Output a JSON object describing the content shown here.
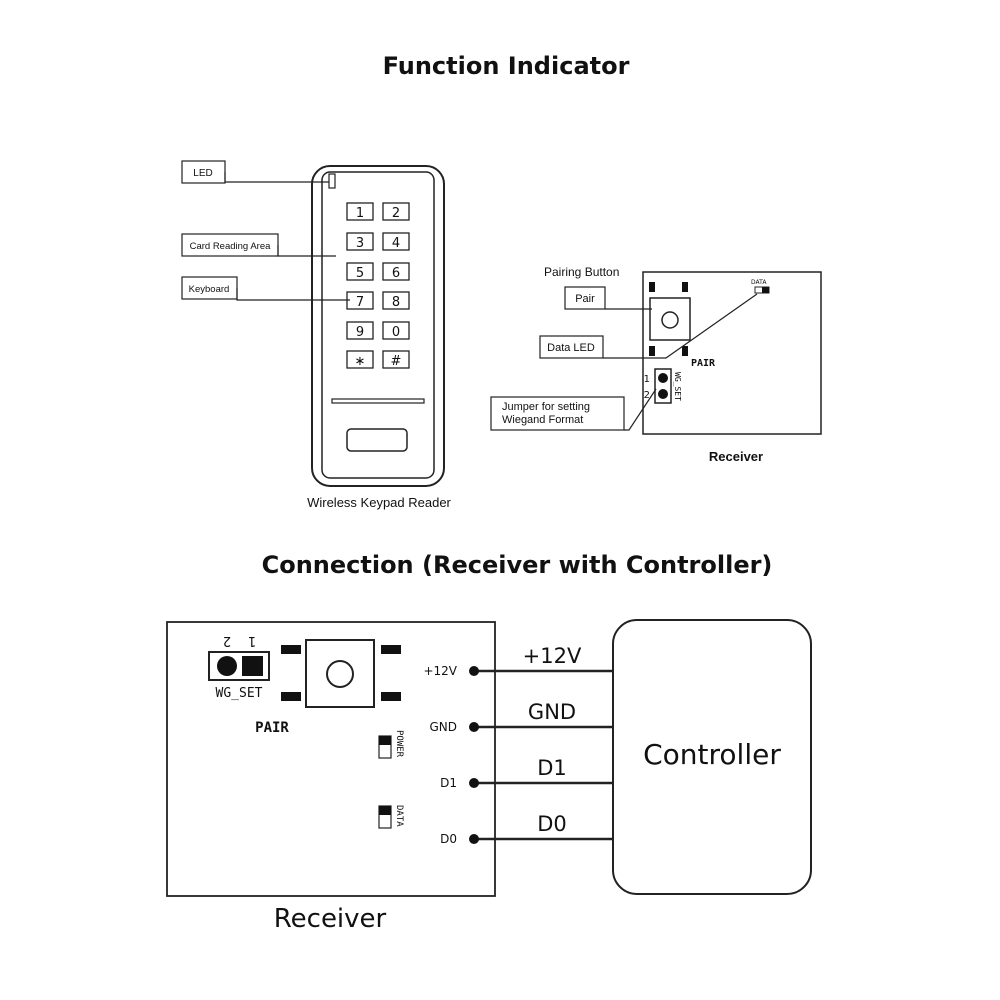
{
  "titles": {
    "function": "Function Indicator",
    "connection": "Connection (Receiver with Controller)"
  },
  "keypad": {
    "caption": "Wireless Keypad Reader",
    "callouts": {
      "led": "LED",
      "card": "Card Reading Area",
      "keyboard": "Keyboard"
    },
    "keys": [
      "1",
      "2",
      "3",
      "4",
      "5",
      "6",
      "7",
      "8",
      "9",
      "0",
      "∗",
      "#"
    ]
  },
  "receiver_small": {
    "caption": "Receiver",
    "pairing_button": "Pairing Button",
    "callouts": {
      "pair": "Pair",
      "data_led": "Data LED",
      "jumper_line1": "Jumper for setting",
      "jumper_line2": "Wiegand Format"
    },
    "board": {
      "data": "DATA",
      "pair": "PAIR",
      "wg_set": "WG_SET",
      "pin1": "1",
      "pin2": "2"
    }
  },
  "connection": {
    "receiver_caption": "Receiver",
    "controller": "Controller",
    "board": {
      "pin2": "2",
      "pin1": "1",
      "wg_set": "WG_SET",
      "pair": "PAIR",
      "power": "POWER",
      "data": "DATA"
    },
    "terminals": [
      "+12V",
      "GND",
      "D1",
      "D0"
    ],
    "wires": [
      "+12V",
      "GND",
      "D1",
      "D0"
    ]
  }
}
